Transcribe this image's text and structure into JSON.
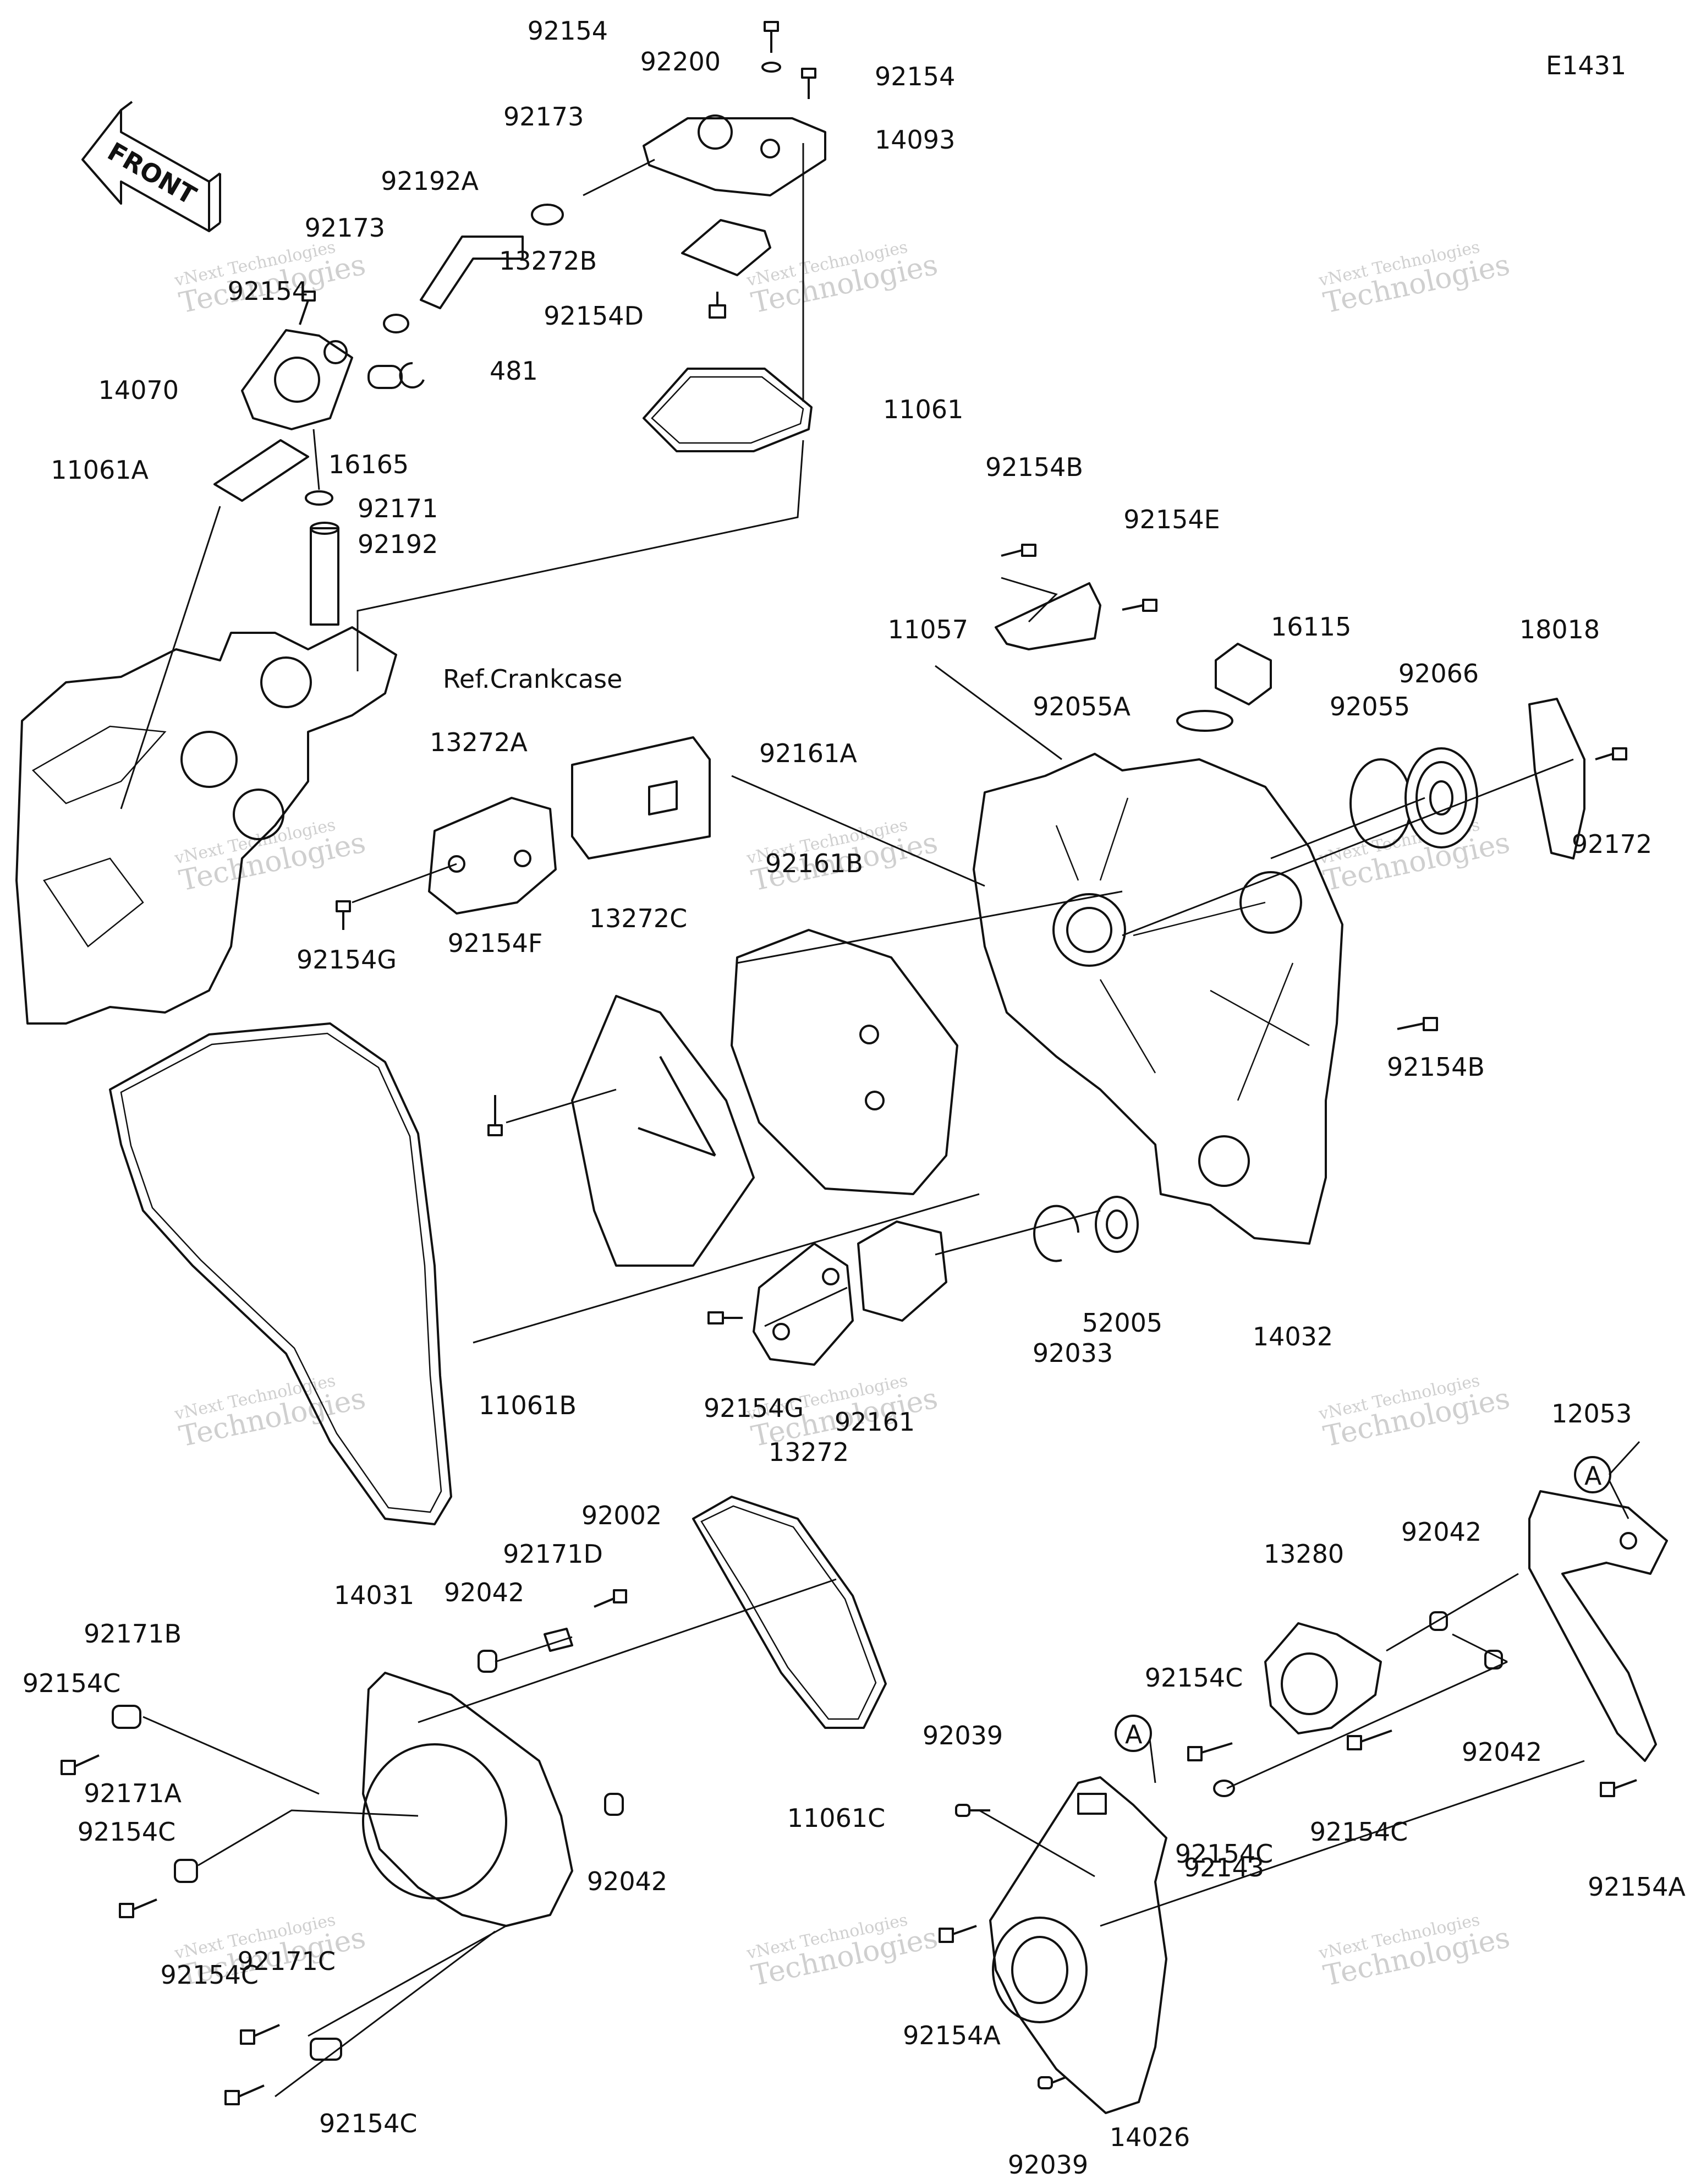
{
  "diagram": {
    "code": "E1431",
    "front_arrow_text": "FRONT",
    "watermark": {
      "line1": "vNext Technologies",
      "line2": "Technologies"
    },
    "labels": [
      "92154",
      "92200",
      "92154",
      "14093",
      "92173",
      "92192A",
      "92173",
      "13272B",
      "92154",
      "92154D",
      "14070",
      "481",
      "11061",
      "11061A",
      "16165",
      "92171",
      "92192",
      "Ref.Crankcase",
      "92154B",
      "92154E",
      "11057",
      "16115",
      "18018",
      "92055A",
      "92055",
      "92066",
      "13272A",
      "92161A",
      "92172",
      "92161B",
      "92154G",
      "92154F",
      "13272C",
      "92154B",
      "52005",
      "14032",
      "92033",
      "11061B",
      "92154G",
      "92161",
      "13272",
      "12053",
      "92042",
      "92002",
      "92171D",
      "13280",
      "14031",
      "92042",
      "92171B",
      "92154C",
      "92154C",
      "92042",
      "11061C",
      "92039",
      "92154C",
      "92171A",
      "92154C",
      "92042",
      "92143",
      "92154C",
      "92154A",
      "92171C",
      "92154C",
      "92154A",
      "92154C",
      "92039",
      "14026"
    ],
    "ref_markers": [
      "A",
      "A"
    ]
  },
  "colors": {
    "line": "#111111",
    "watermark": "#cfcfcf",
    "background": "#ffffff"
  }
}
